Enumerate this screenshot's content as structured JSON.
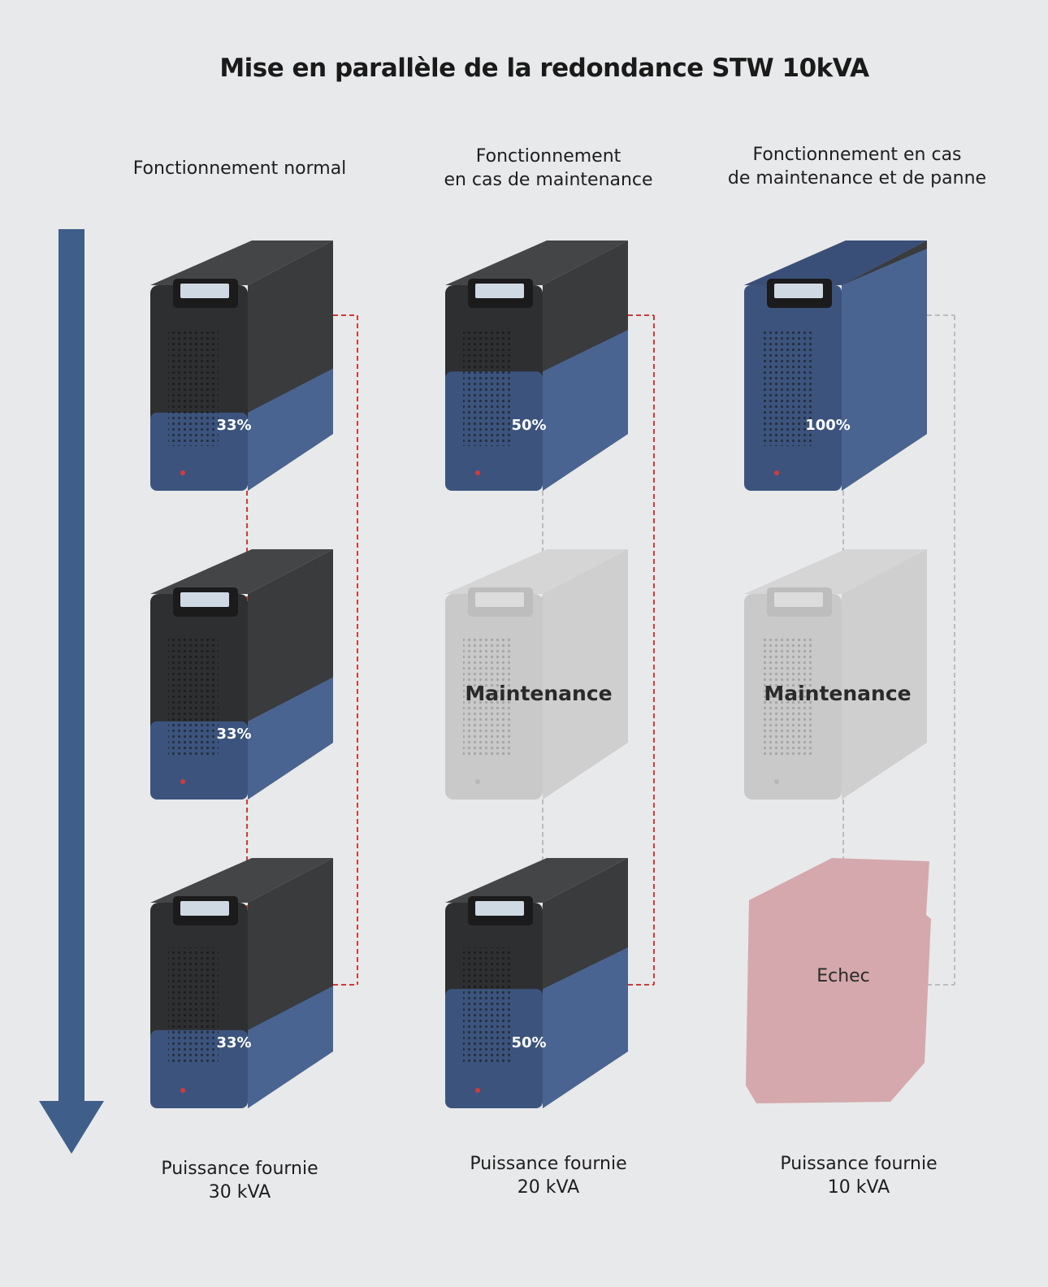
{
  "title": "Mise en parallèle de la redondance STW 10kVA",
  "colors": {
    "arrow": "#3f5f8a",
    "ups_blue": "#3d5580",
    "ups_dark": "#2e2f31",
    "active_link": "#d03a3a",
    "inactive_link": "#bcbcbc",
    "maintenance_unit": "#d2d2d3",
    "failed_unit": "#d4a8ac"
  },
  "columns": [
    {
      "heading": [
        "Fonctionnement normal"
      ],
      "footer": [
        "Puissance fournie",
        "30 kVA"
      ],
      "units": [
        {
          "state": "active",
          "label": "33%",
          "level": 0.33
        },
        {
          "state": "active",
          "label": "33%",
          "level": 0.33
        },
        {
          "state": "active",
          "label": "33%",
          "level": 0.33
        }
      ]
    },
    {
      "heading": [
        "Fonctionnement",
        "en cas de maintenance"
      ],
      "footer": [
        "Puissance fournie",
        "20 kVA"
      ],
      "units": [
        {
          "state": "active",
          "label": "50%",
          "level": 0.5
        },
        {
          "state": "maintenance",
          "label": "Maintenance"
        },
        {
          "state": "active",
          "label": "50%",
          "level": 0.5
        }
      ]
    },
    {
      "heading": [
        "Fonctionnement en cas",
        "de maintenance et de panne"
      ],
      "footer": [
        "Puissance fournie",
        "10 kVA"
      ],
      "units": [
        {
          "state": "active",
          "label": "100%",
          "level": 1.0
        },
        {
          "state": "maintenance",
          "label": "Maintenance"
        },
        {
          "state": "failed",
          "label": "Echec"
        }
      ]
    }
  ]
}
